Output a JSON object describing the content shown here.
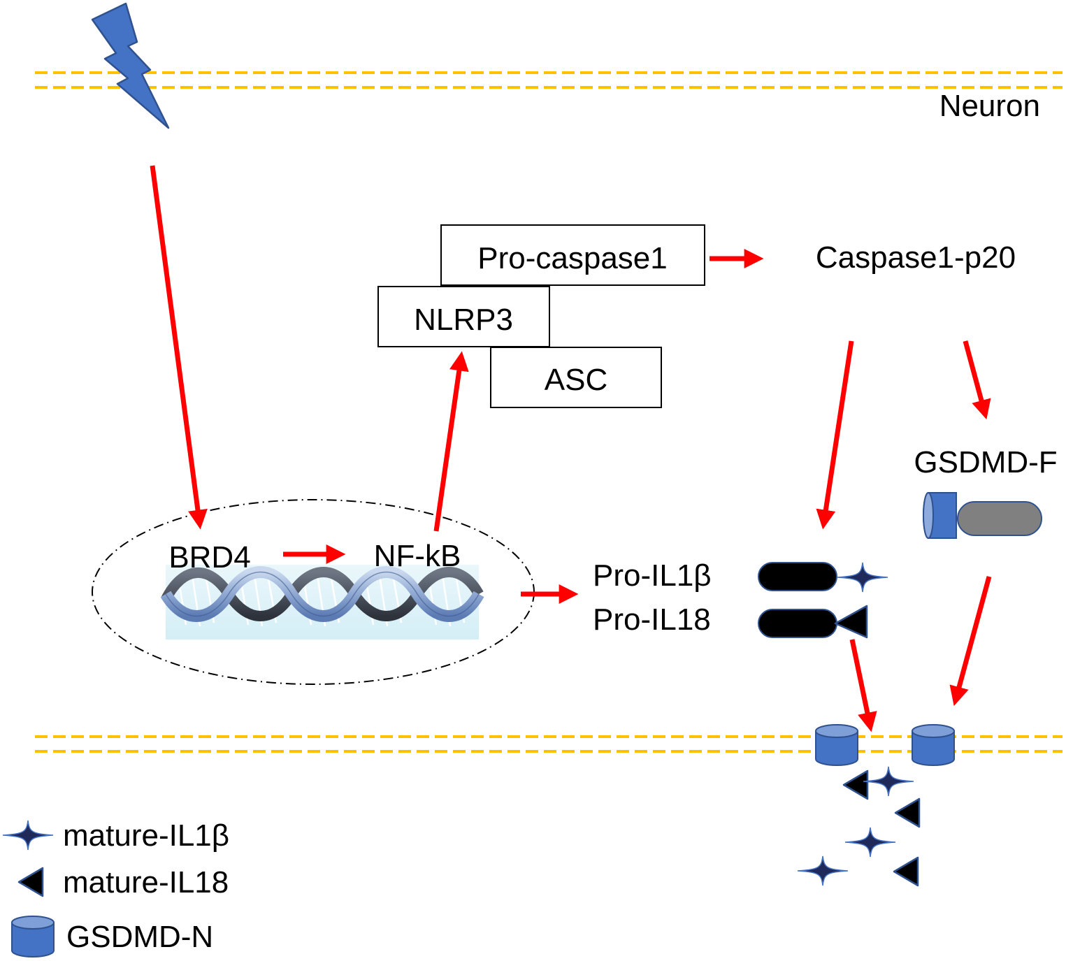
{
  "cell": {
    "name": "Neuron"
  },
  "stimulus": {
    "icon": "lightning-bolt-icon",
    "color": "#4472C4"
  },
  "nucleus": {
    "brd4": "BRD4",
    "nfkb": "NF-kB",
    "dna_icon": "dna-double-helix-icon"
  },
  "inflammasome": {
    "pro_caspase1": "Pro-caspase1",
    "nlrp3": "NLRP3",
    "asc": "ASC"
  },
  "caspase": {
    "active": "Caspase1-p20"
  },
  "gasdermin": {
    "full_length": "GSDMD-F"
  },
  "cytokines": {
    "pro_il1b": "Pro-IL1β",
    "pro_il18": "Pro-IL18"
  },
  "legend": {
    "mature_il1b": "mature-IL1β",
    "mature_il18": "mature-IL18",
    "gsdmd_n": "GSDMD-N"
  },
  "colors": {
    "arrow": "#FF0000",
    "membrane": "#FFC000",
    "protein_blue": "#4472C4",
    "protein_outline": "#2F528F",
    "gsdmd_grey": "#808080",
    "star": "#1F2A5A"
  }
}
